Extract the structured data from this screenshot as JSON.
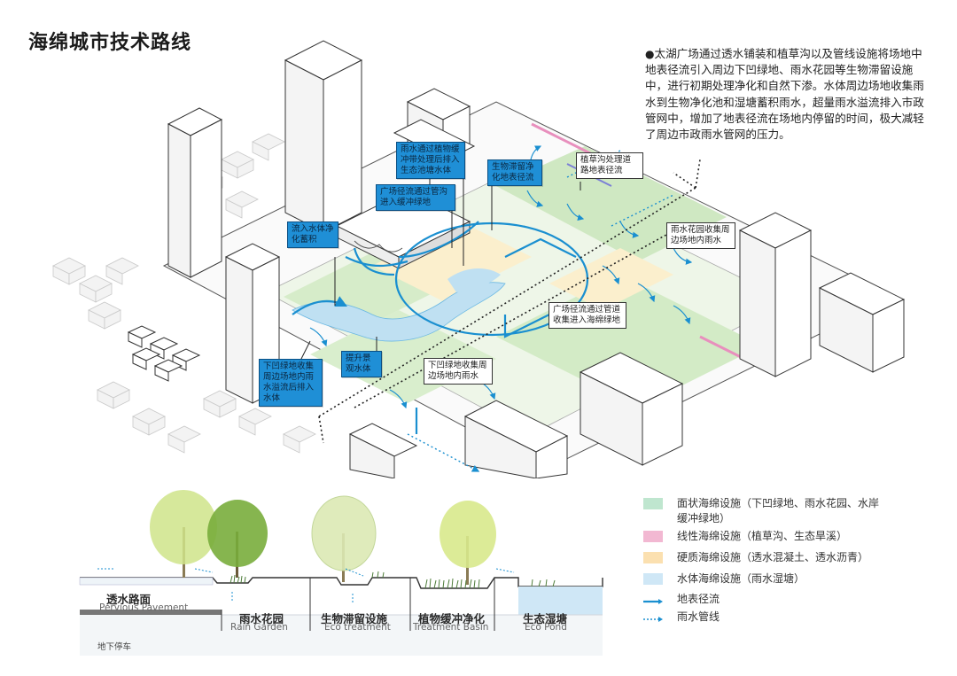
{
  "title": "海绵城市技术路线",
  "description": "太湖广场通过透水铺装和植草沟以及管线设施将场地中地表径流引入周边下凹绿地、雨水花园等生物滞留设施中，进行初期处理净化和自然下渗。水体周边场地收集雨水到生物净化池和湿塘蓄积雨水，超量雨水溢流排入市政管网中，增加了地表径流在场地内停留的时间，极大减轻了周边市政雨水管网的压力。",
  "description_bullet": "●",
  "callouts": {
    "c1": "雨水通过植物缓冲带处理后排入生态池塘水体",
    "c2": "生物滞留净化地表径流",
    "c3": "广场径流通过管沟进入缓冲绿地",
    "c4": "植草沟处理道路地表径流",
    "c5": "流入水体净化蓄积",
    "c6": "雨水花园收集周边场地内雨水",
    "c7": "广场径流通过管道收集进入海绵绿地",
    "c8": "下凹绿地收集周边场地内雨水溢流后排入水体",
    "c9": "提升景观水体",
    "c10": "下凹绿地收集周边场地内雨水"
  },
  "section": {
    "pervious_cn": "透水路面",
    "pervious_en": "Pervious Pavement",
    "rain_cn": "雨水花园",
    "rain_en": "Rain Garden",
    "eco_cn": "生物滞留设施",
    "eco_en": "Eco treatment",
    "basin_cn": "植物缓冲净化",
    "basin_en": "Treatment Basin",
    "pond_cn": "生态湿塘",
    "pond_en": "Eco Pond",
    "parking": "地下停车"
  },
  "legend": {
    "items": [
      {
        "text": "面状海绵设施（下凹绿地、雨水花园、水岸缓冲绿地）",
        "color": "#bfe6cf"
      },
      {
        "text": "线性海绵设施（植草沟、生态旱溪）",
        "color": "#f2b8d2"
      },
      {
        "text": "硬质海绵设施（透水混凝土、透水沥青）",
        "color": "#fbe0b0"
      },
      {
        "text": "水体海绵设施（雨水湿塘）",
        "color": "#cfe7f6"
      }
    ],
    "surface_runoff": "地表径流",
    "rain_pipe": "雨水管线",
    "line_color": "#1a8fd0"
  }
}
